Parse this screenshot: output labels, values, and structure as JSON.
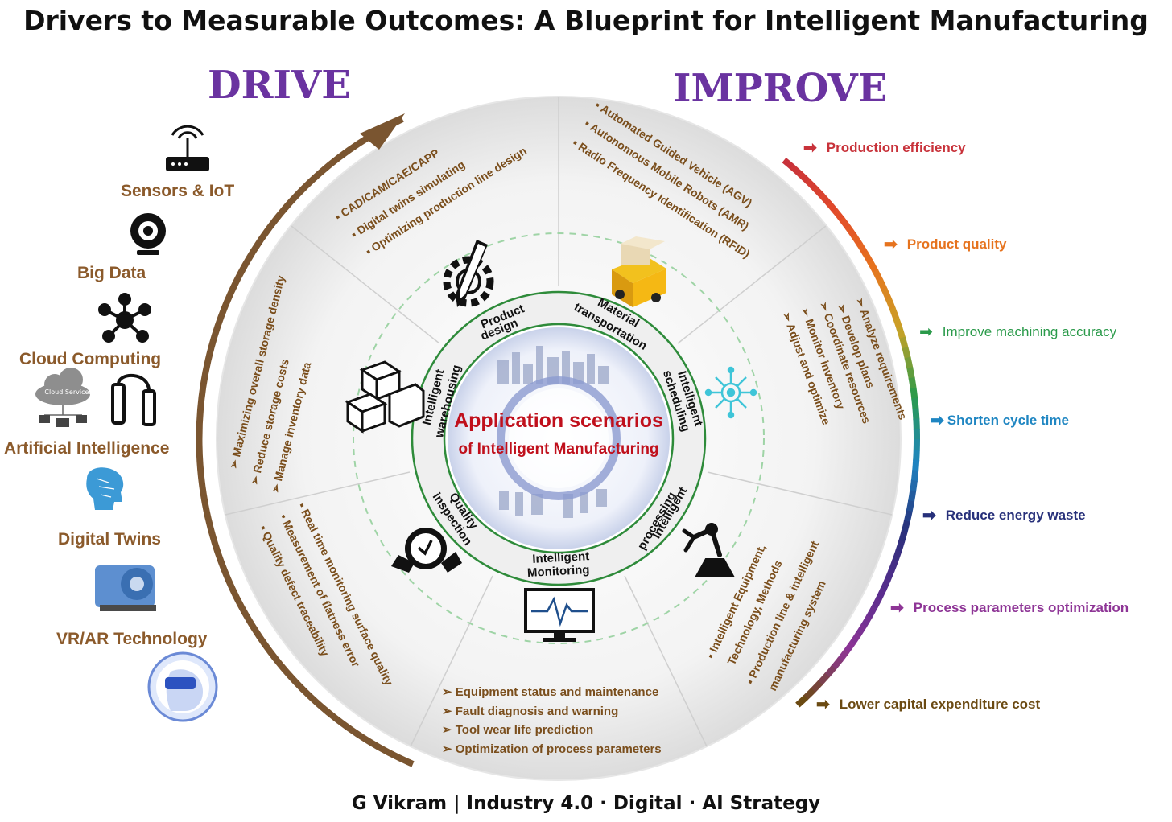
{
  "title": "Drivers to Measurable Outcomes: A Blueprint for Intelligent Manufacturing",
  "drive_heading": "DRIVE",
  "improve_heading": "IMPROVE",
  "drivers": [
    {
      "label": "Sensors & IoT",
      "icon": "router-icon"
    },
    {
      "label": "Big Data",
      "icon": "webcam-icon"
    },
    {
      "label": "Cloud Computing",
      "icon": "network-hub-icon"
    },
    {
      "label": "Artificial Intelligence",
      "icon": "cloud-services-icon",
      "icon_text": "Cloud Services"
    },
    {
      "label": "Digital Twins",
      "icon": "ai-head-icon"
    },
    {
      "label": "VR/AR Technology",
      "icon": "turbine-icon"
    }
  ],
  "vr_icon": "vr-headset-icon",
  "outcomes": [
    {
      "label": "Production efficiency",
      "color": "#c8323a"
    },
    {
      "label": "Product quality",
      "color": "#e6731e"
    },
    {
      "label": "Improve machining accuracy",
      "color": "#2a9a4a"
    },
    {
      "label": "Shorten cycle time",
      "color": "#1f86c2"
    },
    {
      "label": "Reduce energy waste",
      "color": "#27307a"
    },
    {
      "label": "Process parameters optimization",
      "color": "#8e3596"
    },
    {
      "label": "Lower capital expenditure cost",
      "color": "#6b4a12"
    }
  ],
  "center": {
    "title": "Application scenarios",
    "subtitle": "of Intelligent Manufacturing"
  },
  "scenarios": [
    {
      "line1": "Product",
      "line2": "design"
    },
    {
      "line1": "Material",
      "line2": "transportation"
    },
    {
      "line1": "Intelligent",
      "line2": "scheduling"
    },
    {
      "line1": "Intelligent",
      "line2": "processing"
    },
    {
      "line1": "Intelligent",
      "line2": "Monitoring"
    },
    {
      "line1": "Quality",
      "line2": "inspection"
    },
    {
      "line1": "Intelligent",
      "line2": "warehousing"
    }
  ],
  "details": {
    "design": [
      "CAD/CAM/CAE/CAPP",
      "Digital twins simulating",
      "Optimizing production line  design"
    ],
    "transport": [
      "Automated Guided Vehicle (AGV)",
      "Autonomous Mobile Robots (AMR)",
      "Radio Frequency Identification (RFID)"
    ],
    "scheduling": [
      "Analyze requirements",
      "Develop plans",
      "Coordinate resources",
      "Monitor inventory",
      "Adjust and optimize"
    ],
    "processing": [
      "Intelligent Equipment,",
      "Technology, Methods",
      "Production line & intelligent",
      "manufacturing system"
    ],
    "monitoring": [
      "Equipment status and maintenance",
      "Fault diagnosis and warning",
      "Tool wear life prediction",
      "Optimization of process parameters"
    ],
    "quality": [
      "Real time monitoring surface quality",
      "Measurement of flatness error",
      "Quality defect traceability"
    ],
    "warehousing": [
      "Maximizing overall storage density",
      "Reduce storage costs",
      "Manage inventory data"
    ]
  },
  "segment_icons": [
    "gear-pencil-icon",
    "agv-robot-icon",
    "neural-node-icon",
    "robot-arm-icon",
    "monitor-pulse-icon",
    "quality-badge-icon",
    "warehouse-boxes-icon"
  ],
  "colors": {
    "drive_arc": "#7a5530",
    "heading": "#6a33a0",
    "driver_text": "#8b5a2b",
    "detail_text": "#7a4e1c",
    "center_text": "#c0101c",
    "ring_green": "#2e8b3a"
  },
  "footer": "G Vikram | Industry 4.0 · Digital · AI Strategy"
}
